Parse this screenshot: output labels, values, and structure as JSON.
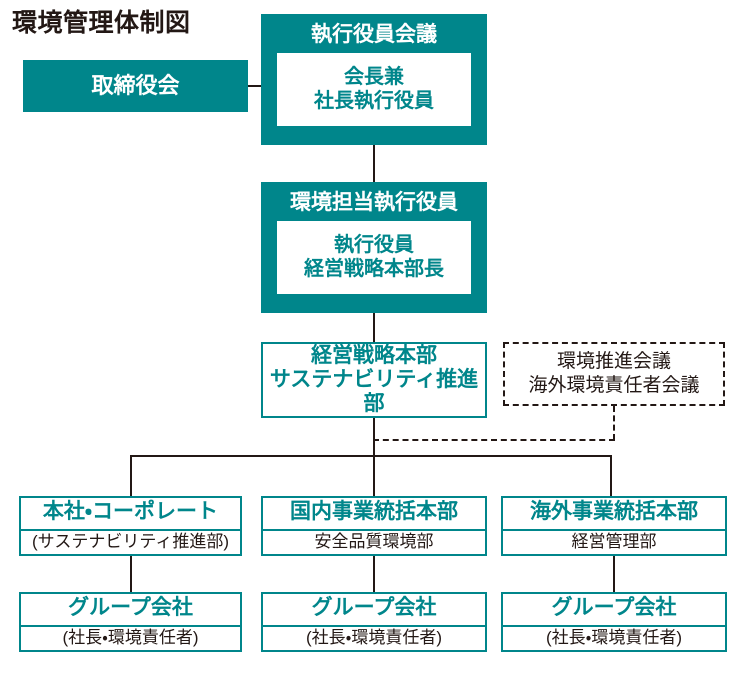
{
  "title": "環境管理体制図",
  "colors": {
    "teal": "#00868B",
    "ink": "#231815",
    "white": "#FFFFFF"
  },
  "nodes": {
    "board": {
      "label": "取締役会",
      "style": "teal-filled"
    },
    "executive_meeting": {
      "header": "執行役員会議",
      "inner_line1": "会長兼",
      "inner_line2": "社長執行役員",
      "style": "teal-filled-with-inner"
    },
    "env_officer": {
      "header": "環境担当執行役員",
      "inner_line1": "執行役員",
      "inner_line2": "経営戦略本部長",
      "style": "teal-filled-with-inner"
    },
    "strategy_hq": {
      "line1": "経営戦略本部",
      "line2": "サステナビリティ推進部",
      "style": "teal-outline"
    },
    "env_councils": {
      "line1": "環境推進会議",
      "line2": "海外環境責任者会議",
      "style": "dashed"
    }
  },
  "divisions": [
    {
      "header": "本社・コーポレート",
      "sub": "(サステナビリティ推進部)",
      "group": {
        "header": "グループ会社",
        "sub": "(社長・環境責任者)"
      }
    },
    {
      "header": "国内事業統括本部",
      "sub": "安全品質環境部",
      "group": {
        "header": "グループ会社",
        "sub": "(社長・環境責任者)"
      }
    },
    {
      "header": "海外事業統括本部",
      "sub": "経営管理部",
      "group": {
        "header": "グループ会社",
        "sub": "(社長・環境責任者)"
      }
    }
  ]
}
